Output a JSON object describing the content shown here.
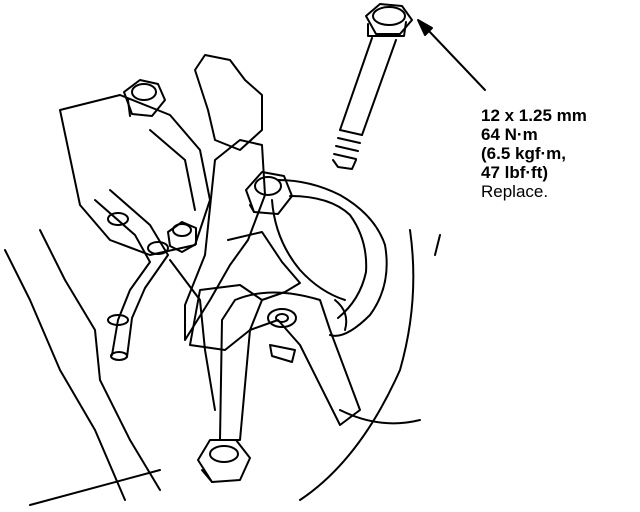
{
  "callout": {
    "size": "12 x 1.25 mm",
    "torque_nm": "64 N·m",
    "torque_kgfm": "(6.5 kgf·m,",
    "torque_lbfft": "47 lbf·ft)",
    "note": "Replace."
  },
  "colors": {
    "ink": "#000000",
    "paper": "#ffffff"
  }
}
